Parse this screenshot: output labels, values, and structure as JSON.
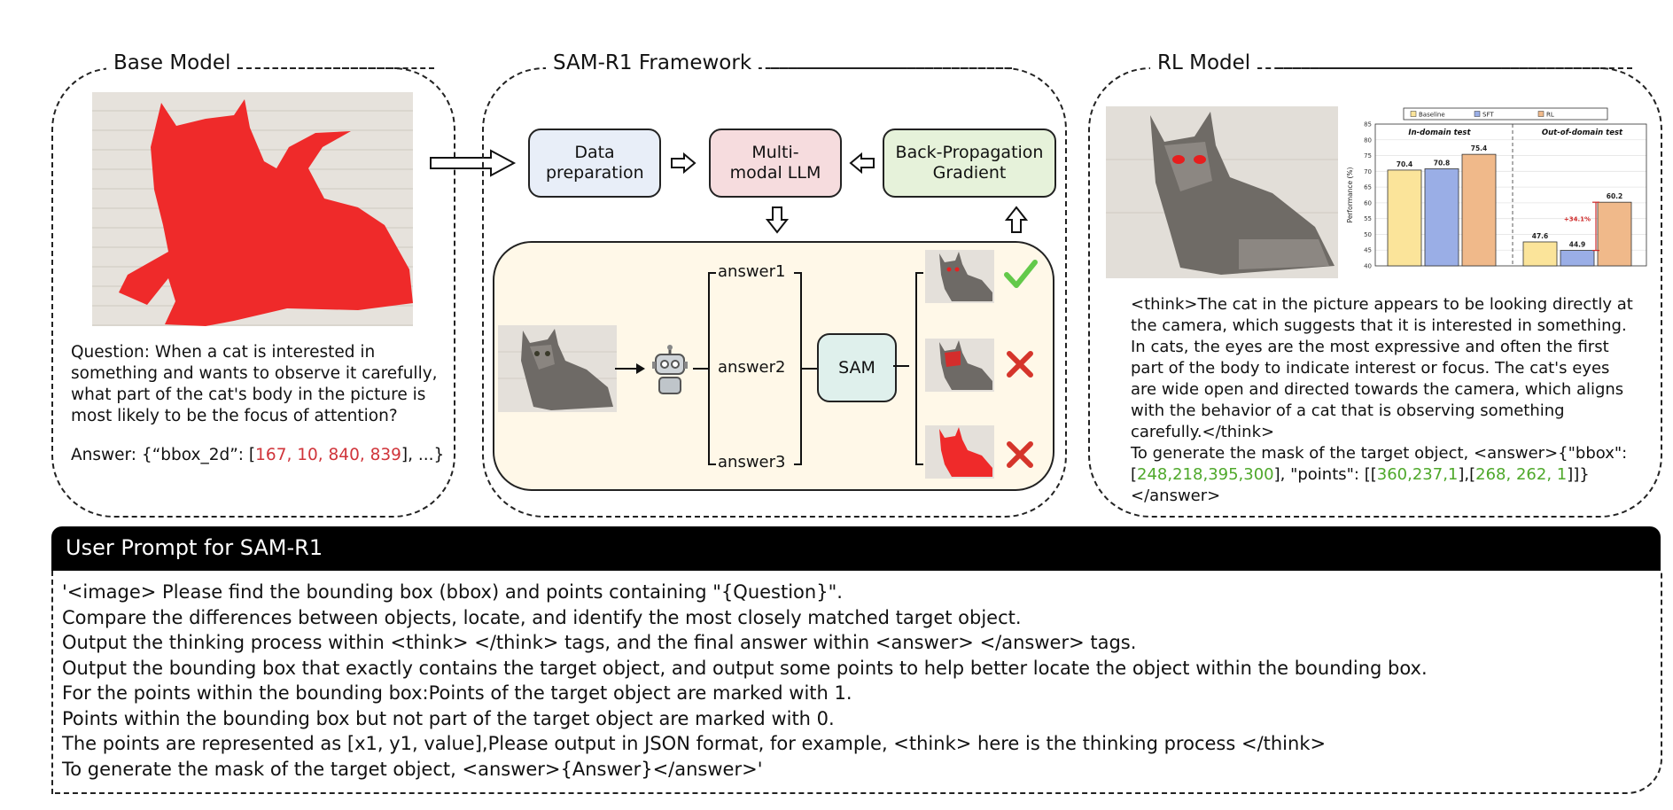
{
  "sections": {
    "base_model": "Base Model",
    "framework": "SAM-R1 Framework",
    "rl_model": "RL Model"
  },
  "base_model": {
    "question": "Question: When a cat is interested in something and wants to observe it carefully, what part of the cat's body in the picture is most likely to be the focus of attention?",
    "answer_prefix": "Answer: {“bbox_2d”: [",
    "answer_values": "167, 10, 840, 839",
    "answer_suffix": "], ...}"
  },
  "framework": {
    "data_prep": "Data preparation",
    "llm": "Multi-modal LLM",
    "backprop": "Back-Propagation Gradient",
    "answers": [
      "answer1",
      "answer2",
      "answer3"
    ],
    "sam": "SAM",
    "results": [
      "check",
      "cross",
      "cross"
    ],
    "result_colors": {
      "check": "#63c94a",
      "cross": "#d5352b"
    }
  },
  "rl_model": {
    "think_lines": [
      "<think>The cat in the picture appears to be looking directly at",
      "the camera, which suggests that it is interested in something.",
      "In cats, the eyes are the most expressive and often the first",
      "part of the body to indicate interest or focus. The cat's eyes",
      "are wide open and directed towards the camera, which aligns",
      "with the behavior of a cat that is observing something",
      "carefully.</think>"
    ],
    "gen_line": "To generate the mask of the target object, <answer>{\"bbox\":",
    "bbox_open": "[",
    "bbox_values": "248,218,395,300",
    "points_mid": "], \"points\": [[",
    "point1": "360,237,1",
    "points_sep": "],[",
    "point2": "268, 262, 1",
    "points_end": "]]}",
    "answer_close": "</answer>"
  },
  "chart_data": {
    "type": "bar",
    "legend": [
      "Baseline",
      "SFT",
      "RL"
    ],
    "legend_position": "top",
    "groups": [
      "In-domain test",
      "Out-of-domain test"
    ],
    "ylabel": "Performance (%)",
    "ylim": [
      40,
      85
    ],
    "yticks": [
      40,
      45,
      50,
      55,
      60,
      65,
      70,
      75,
      80,
      85
    ],
    "series": [
      {
        "name": "Baseline",
        "color": "#fbe49a",
        "values": [
          70.4,
          47.6
        ]
      },
      {
        "name": "SFT",
        "color": "#9aaee6",
        "values": [
          70.8,
          44.9
        ]
      },
      {
        "name": "RL",
        "color": "#f0b98a",
        "values": [
          75.4,
          60.2
        ]
      }
    ],
    "annotation": "+34.1%",
    "annotation_color": "#d02a2a"
  },
  "prompt": {
    "title": "User Prompt for SAM-R1",
    "lines": [
      "'<image> Please find the bounding box (bbox) and points containing \"{Question}\".",
      "Compare the differences between objects, locate, and identify the most closely matched target object.",
      "Output the thinking process within <think> </think> tags, and the final answer within <answer> </answer> tags.",
      "Output the bounding box that exactly contains the target object, and output some points to help better locate the object within the bounding box.",
      "For the points within the bounding box:Points of the target object are marked with 1.",
      "Points within the bounding box but not part of the target object are marked with 0.",
      "The points are represented as [x1, y1, value],Please output in JSON format, for example, <think> here is the thinking process </think>",
      "To generate the mask of the target object, <answer>{Answer}</answer>'"
    ]
  }
}
